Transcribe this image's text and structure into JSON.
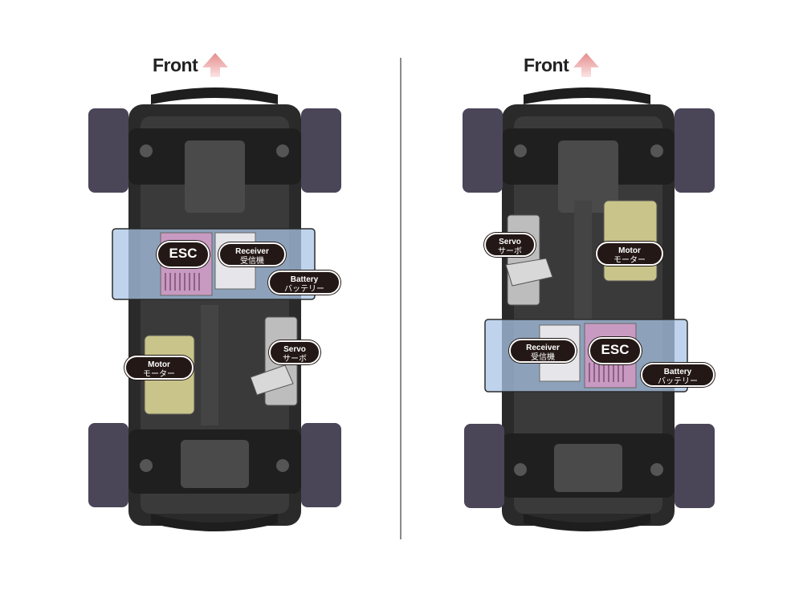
{
  "colors": {
    "tire": "#4a4658",
    "chassis": "#2b2b2b",
    "battery_box": "#a9c6e6",
    "esc_box": "#c89ac2",
    "receiver_box": "#e6e6ea",
    "motor": "#c9c48a",
    "arrow": "#e7a8a8",
    "label_bg": "#231815"
  },
  "left": {
    "front": "Front",
    "esc": "ESC",
    "receiver": {
      "en": "Receiver",
      "jp": "受信機"
    },
    "battery": {
      "en": "Battery",
      "jp": "バッテリー"
    },
    "motor": {
      "en": "Motor",
      "jp": "モーター"
    },
    "servo": {
      "en": "Servo",
      "jp": "サーボ"
    }
  },
  "right": {
    "front": "Front",
    "esc": "ESC",
    "receiver": {
      "en": "Receiver",
      "jp": "受信機"
    },
    "battery": {
      "en": "Battery",
      "jp": "バッテリー"
    },
    "motor": {
      "en": "Motor",
      "jp": "モーター"
    },
    "servo": {
      "en": "Servo",
      "jp": "サーボ"
    }
  }
}
